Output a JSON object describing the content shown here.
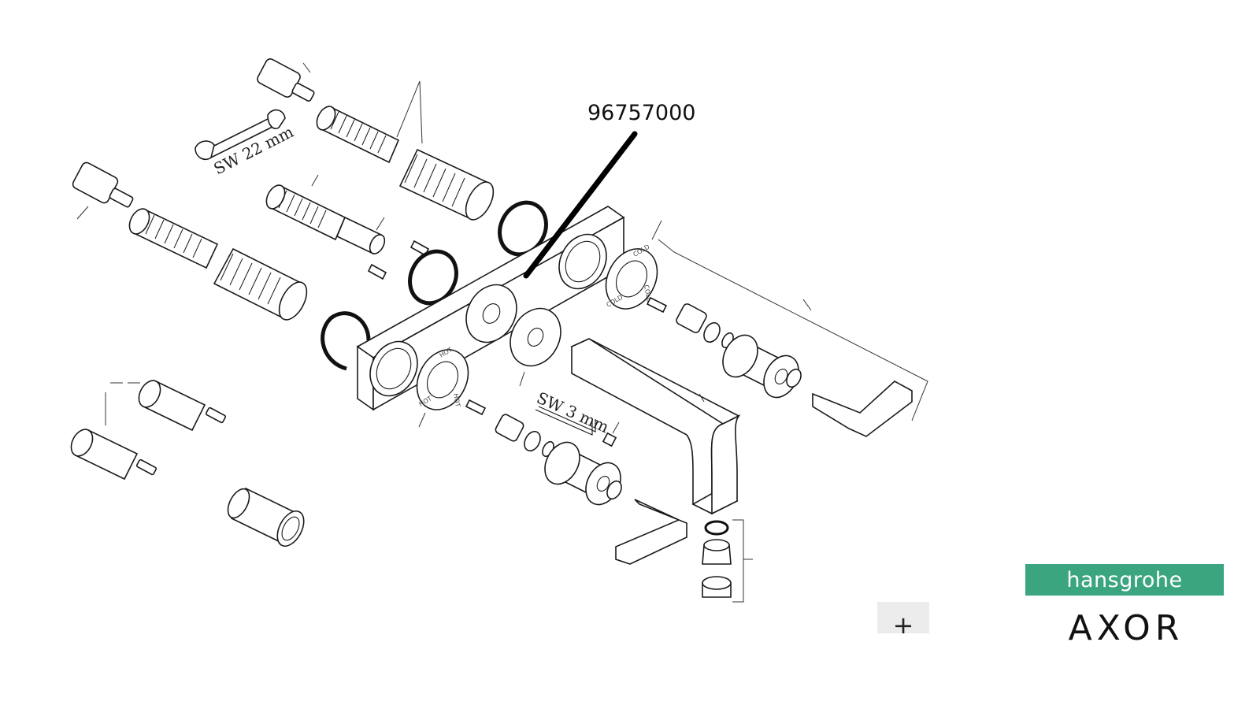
{
  "diagram": {
    "callout_part_number": "96757000",
    "tool_label_wrench": "SW 22 mm",
    "tool_label_hex_key": "SW 3 mm",
    "escutcheon_marks": {
      "left_top": "HOT",
      "left_side": "HOT",
      "left_bottom": "HOT",
      "right_top": "COLD",
      "right_side": "COLD",
      "right_bottom": "COLD"
    }
  },
  "logos": {
    "primary": "hansgrohe",
    "secondary": "AXOR",
    "primary_color": "#3aa57f"
  },
  "controls": {
    "zoom_label": "+"
  }
}
